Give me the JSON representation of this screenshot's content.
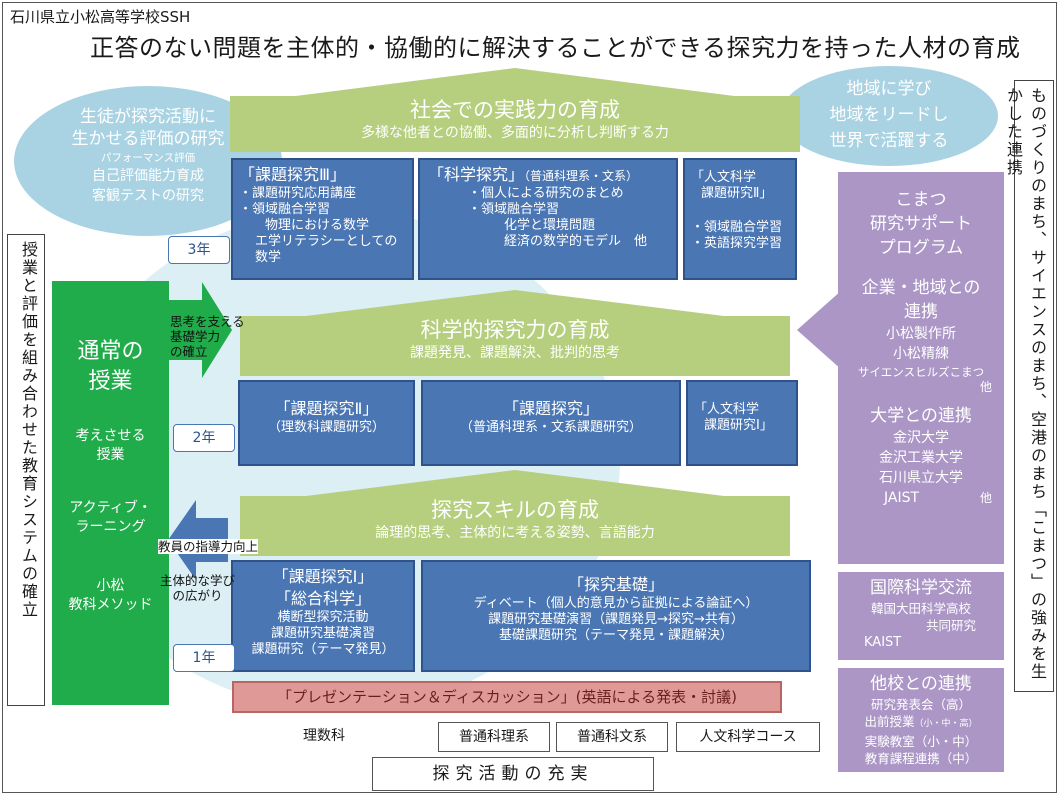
{
  "header": {
    "school": "石川県立小松高等学校SSH",
    "title": "正答のない問題を主体的・協働的に解決することができる探究力を持った人材の育成"
  },
  "cloud_left": {
    "line1": "生徒が探究活動に",
    "line2": "生かせる評価の研究",
    "line3": "パフォーマンス評価",
    "line4": "自己評価能力育成",
    "line5": "客観テストの研究"
  },
  "cloud_right": {
    "line1": "地域に学び",
    "line2": "地域をリードし",
    "line3": "世界で活躍する"
  },
  "tier3": {
    "heading": "社会での実践力の育成",
    "sub": "多様な他者との協働、多面的に分析し判断する力",
    "year": "3年",
    "box1": {
      "head": "「課題探究Ⅲ」",
      "l1": "・課題研究応用講座",
      "l2": "・領域融合学習",
      "l3": "物理における数学",
      "l4": "エ学リテラシーとしての数学"
    },
    "box2": {
      "head": "「科学探究」",
      "head_sub": "（普通科理系・文系）",
      "l1": "・個人による研究のまとめ",
      "l2": "・領域融合学習",
      "l3": "化学と環境問題",
      "l4": "経済の数学的モデル　他"
    },
    "box3": {
      "l1": "「人文科学",
      "l2": "課題研究Ⅱ」",
      "l3": "・領域融合学習",
      "l4": "・英語探究学習"
    }
  },
  "tier2": {
    "heading": "科学的探究力の育成",
    "sub": "課題発見、課題解決、批判的思考",
    "year": "2年",
    "box1": {
      "head": "「課題探究Ⅱ」",
      "l1": "（理数科課題研究）"
    },
    "box2": {
      "head": "「課題探究」",
      "l1": "（普通科理系・文系課題研究）"
    },
    "box3": {
      "l1": "「人文科学",
      "l2": "課題研究Ⅰ」"
    }
  },
  "tier1": {
    "heading": "探究スキルの育成",
    "sub": "論理的思考、主体的に考える姿勢、言語能力",
    "year": "1年",
    "box1": {
      "head1": "「課題探究Ⅰ」",
      "head2": "「総合科学」",
      "l1": "横断型探究活動",
      "l2": "課題研究基礎演習",
      "l3": "課題研究（テーマ発見）"
    },
    "box2": {
      "head": "「探究基礎」",
      "l1": "ディベート（個人的意見から証拠による論証へ）",
      "l2": "課題研究基礎演習（課題発見→探究→共有）",
      "l3": "基礎課題研究（テーマ発見・課題解決）"
    }
  },
  "green": {
    "title1": "通常の",
    "title2": "授業",
    "item1a": "考えさせる",
    "item1b": "授業",
    "item2a": "アクティブ・",
    "item2b": "ラーニング",
    "item3a": "小松",
    "item3b": "教科メソッド"
  },
  "arrow_notes": {
    "right1": "思考を支える",
    "right2": "基礎学力",
    "right3": "の確立",
    "left1": "教員の指導力向上",
    "left2": "主体的な学び",
    "left3": "の広がり"
  },
  "left_vertical": "授業と評価を組み合わせた教育システムの確立",
  "right_vertical": "ものづくりのまち、サイエンスのまち、空港のまち「こまつ」の強みを生かした連携",
  "purple_main": {
    "title1": "こまつ",
    "title2": "研究サポート",
    "title3": "プログラム",
    "sec1a": "企業・地域との",
    "sec1b": "連携",
    "sec1c": "小松製作所",
    "sec1d": "小松精練",
    "sec1e": "サイエンスヒルズこまつ",
    "sec1f": "他",
    "sec2a": "大学との連携",
    "sec2b": "金沢大学",
    "sec2c": "金沢工業大学",
    "sec2d": "石川県立大学",
    "sec2e": "JAIST",
    "sec2f": "他"
  },
  "purple_intl": {
    "title": "国際科学交流",
    "l1": "韓国大田科学高校",
    "l2": "共同研究",
    "l3": "KAIST"
  },
  "purple_other": {
    "title": "他校との連携",
    "l1": "研究発表会（高）",
    "l2": "出前授業",
    "l2s": "（小・中・高）",
    "l3": "実験教室（小・中）",
    "l4": "教育課程連携（中）"
  },
  "presentation": "「プレゼンテーション＆ディスカッション」(英語による発表・討議)",
  "courses": [
    "理数科",
    "普通科理系",
    "普通科文系",
    "人文科学コース"
  ],
  "bottom": "探究活動の充実",
  "colors": {
    "blue": "#4a76b4",
    "green": "#20ac4b",
    "olive": "#b5cf7f",
    "purple": "#ab96c6",
    "cloud": "#a9d3e3",
    "pink": "#df9a98"
  }
}
